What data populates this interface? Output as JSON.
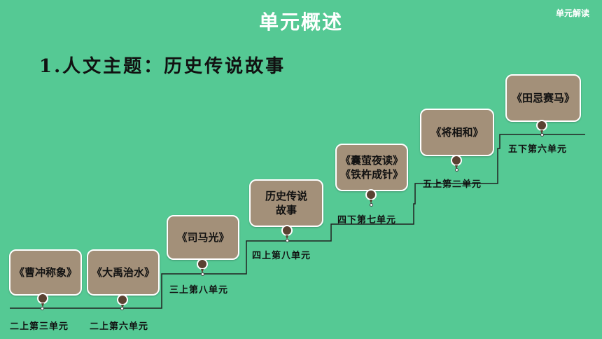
{
  "title": "单元概述",
  "corner_label": "单元解读",
  "heading": "1.人文主题：历史传说故事",
  "colors": {
    "background": "#55c994",
    "card": "#a39079",
    "pin": "#5a4232",
    "line": "#222222"
  },
  "steps": [
    {
      "card": "《曹冲称象》",
      "unit": "二上第三单元"
    },
    {
      "card": "《大禹治水》",
      "unit": "二上第六单元"
    },
    {
      "card": "《司马光》",
      "unit": "三上第八单元"
    },
    {
      "card": "历史传说\n故事",
      "unit": "四上第八单元"
    },
    {
      "card": "《囊萤夜读》\n《铁杵成针》",
      "unit": "四下第七单元"
    },
    {
      "card": "《将相和》",
      "unit": "五上第二单元"
    },
    {
      "card": "《田忌赛马》",
      "unit": "五下第六单元"
    }
  ]
}
